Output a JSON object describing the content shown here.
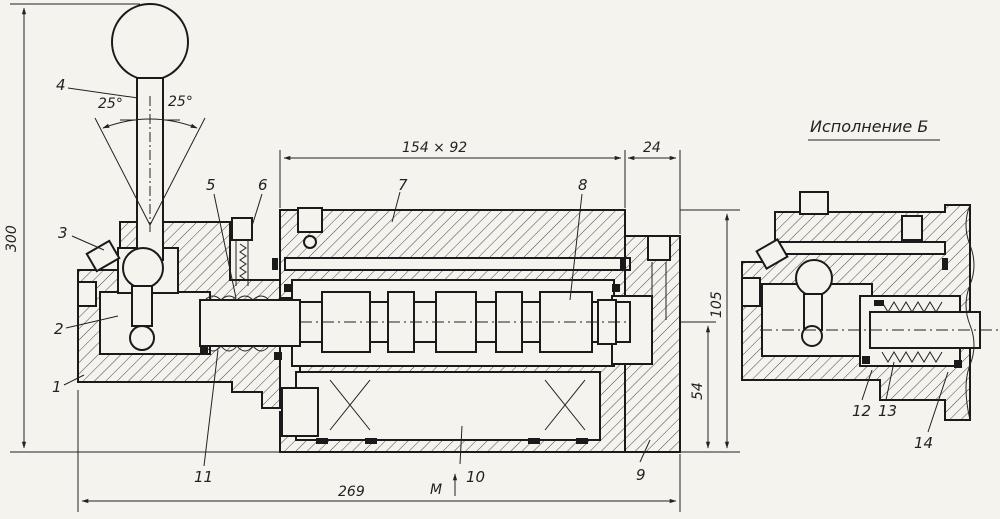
{
  "labels": {
    "p1": "1",
    "p2": "2",
    "p3": "3",
    "p4": "4",
    "p5": "5",
    "p6": "6",
    "p7": "7",
    "p8": "8",
    "p9": "9",
    "p10": "10",
    "p11": "11",
    "p12": "12",
    "p13": "13",
    "p14": "14"
  },
  "dimensions": {
    "height_total": "300",
    "width_total": "269",
    "top_span": "154 × 92",
    "top_right": "24",
    "right_height": "105",
    "right_lower": "54",
    "angle_left": "25°",
    "angle_right": "25°",
    "view_marker": "M"
  },
  "variant_title": "Исполнение Б"
}
